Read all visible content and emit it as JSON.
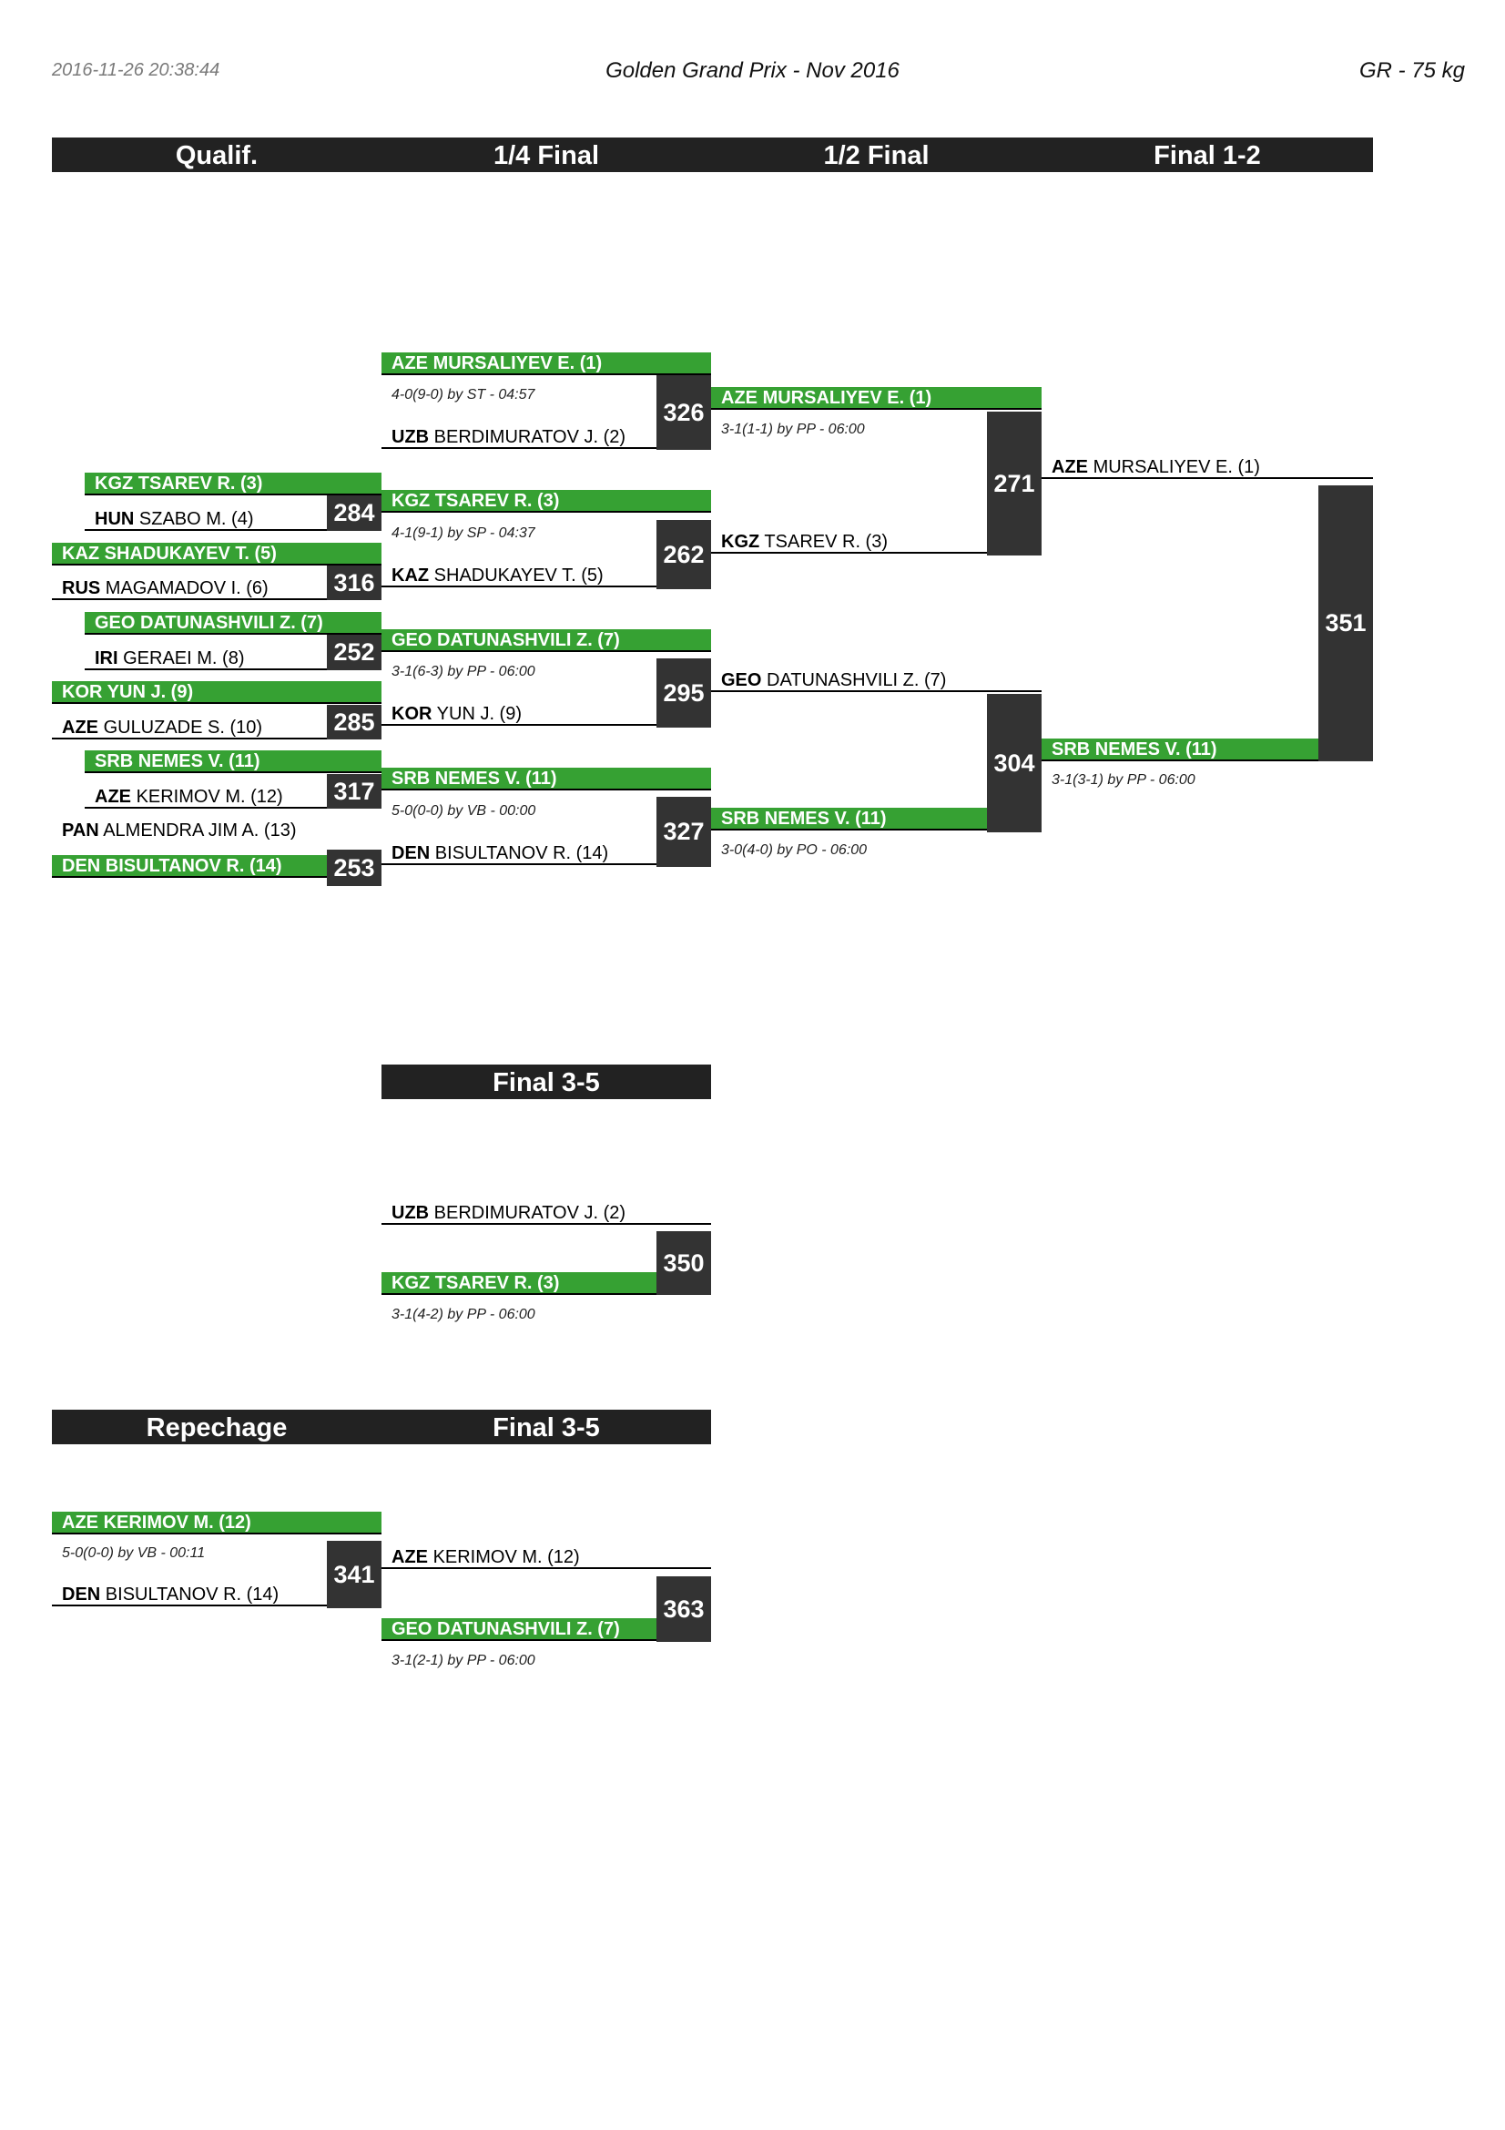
{
  "header": {
    "date": "2016-11-26 20:38:44",
    "title": "Golden Grand Prix - Nov 2016",
    "category": "GR - 75 kg"
  },
  "sections": {
    "qualif": "Qualif.",
    "quarter": "1/4 Final",
    "semi": "1/2 Final",
    "final12": "Final 1-2",
    "final35a": "Final 3-5",
    "repechage": "Repechage",
    "final35b": "Final 3-5"
  },
  "qualif": [
    {
      "nat": "KGZ",
      "name": "TSAREV R. (3)",
      "winner": true
    },
    {
      "nat": "HUN",
      "name": "SZABO M. (4)",
      "winner": false,
      "bout": "284"
    },
    {
      "nat": "KAZ",
      "name": "SHADUKAYEV T. (5)",
      "winner": true
    },
    {
      "nat": "RUS",
      "name": "MAGAMADOV I. (6)",
      "winner": false,
      "bout": "316"
    },
    {
      "nat": "GEO",
      "name": "DATUNASHVILI Z. (7)",
      "winner": true
    },
    {
      "nat": "IRI",
      "name": "GERAEI M. (8)",
      "winner": false,
      "bout": "252"
    },
    {
      "nat": "KOR",
      "name": "YUN J. (9)",
      "winner": true
    },
    {
      "nat": "AZE",
      "name": "GULUZADE S. (10)",
      "winner": false,
      "bout": "285"
    },
    {
      "nat": "SRB",
      "name": "NEMES V. (11)",
      "winner": true
    },
    {
      "nat": "AZE",
      "name": "KERIMOV M. (12)",
      "winner": false,
      "bout": "317"
    },
    {
      "nat": "PAN",
      "name": "ALMENDRA JIM A. (13)",
      "winner": false
    },
    {
      "nat": "DEN",
      "name": "BISULTANOV R. (14)",
      "winner": true,
      "bout": "253"
    }
  ],
  "quarter": [
    {
      "top": {
        "nat": "AZE",
        "name": "MURSALIYEV E. (1)"
      },
      "score": "4-0(9-0) by ST - 04:57",
      "bottom": {
        "nat": "UZB",
        "name": "BERDIMURATOV J. (2)"
      },
      "bout": "326"
    },
    {
      "top": {
        "nat": "KGZ",
        "name": "TSAREV R. (3)"
      },
      "score": "4-1(9-1) by SP - 04:37",
      "bottom": {
        "nat": "KAZ",
        "name": "SHADUKAYEV T. (5)"
      },
      "bout": "262"
    },
    {
      "top": {
        "nat": "GEO",
        "name": "DATUNASHVILI Z. (7)"
      },
      "score": "3-1(6-3) by PP - 06:00",
      "bottom": {
        "nat": "KOR",
        "name": "YUN J. (9)"
      },
      "bout": "295"
    },
    {
      "top": {
        "nat": "SRB",
        "name": "NEMES V. (11)"
      },
      "score": "5-0(0-0) by VB - 00:00",
      "bottom": {
        "nat": "DEN",
        "name": "BISULTANOV R. (14)"
      },
      "bout": "327"
    }
  ],
  "semi": [
    {
      "top": {
        "nat": "AZE",
        "name": "MURSALIYEV E. (1)"
      },
      "score": "3-1(1-1) by PP - 06:00",
      "bottom": {
        "nat": "KGZ",
        "name": "TSAREV R. (3)"
      },
      "bout": "271"
    },
    {
      "top": {
        "nat": "GEO",
        "name": "DATUNASHVILI Z. (7)"
      },
      "bottom": {
        "nat": "SRB",
        "name": "NEMES V. (11)"
      },
      "score": "3-0(4-0) by PO - 06:00",
      "bout": "304"
    }
  ],
  "final": {
    "top": {
      "nat": "AZE",
      "name": "MURSALIYEV E. (1)"
    },
    "bottom": {
      "nat": "SRB",
      "name": "NEMES V. (11)"
    },
    "score": "3-1(3-1) by PP - 06:00",
    "bout": "351"
  },
  "bronze1": {
    "top": {
      "nat": "UZB",
      "name": "BERDIMURATOV J. (2)"
    },
    "bottom": {
      "nat": "KGZ",
      "name": "TSAREV R. (3)"
    },
    "score": "3-1(4-2) by PP - 06:00",
    "bout": "350"
  },
  "repechage": {
    "top": {
      "nat": "AZE",
      "name": "KERIMOV M. (12)"
    },
    "score": "5-0(0-0) by VB - 00:11",
    "bottom": {
      "nat": "DEN",
      "name": "BISULTANOV R. (14)"
    },
    "bout": "341"
  },
  "bronze2": {
    "top": {
      "nat": "AZE",
      "name": "KERIMOV M. (12)"
    },
    "bottom": {
      "nat": "GEO",
      "name": "DATUNASHVILI Z. (7)"
    },
    "score": "3-1(2-1) by PP - 06:00",
    "bout": "363"
  }
}
